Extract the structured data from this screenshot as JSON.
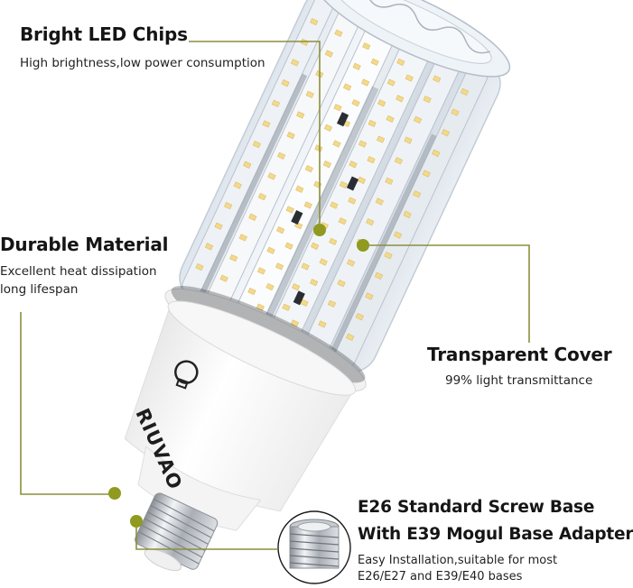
{
  "features": [
    {
      "title": "Bright LED Chips",
      "description": [
        "High brightness,low power consumption"
      ]
    },
    {
      "title": "Durable Material",
      "description": [
        "Excellent heat dissipation",
        "long lifespan"
      ]
    },
    {
      "title": "Transparent Cover",
      "description": [
        "99% light transmittance"
      ]
    },
    {
      "title_lines": [
        "E26 Standard Screw Base",
        "With E39 Mogul Base Adapter"
      ],
      "description": [
        "Easy Installation,suitable for most",
        "E26/E27 and E39/E40 bases"
      ]
    }
  ],
  "brand": {
    "logo_text": "RIUVAO"
  },
  "colors": {
    "accent_line": "#8c8f3a",
    "accent_dot": "#8f9a1f",
    "background": "#ffffff",
    "text": "#151515"
  }
}
